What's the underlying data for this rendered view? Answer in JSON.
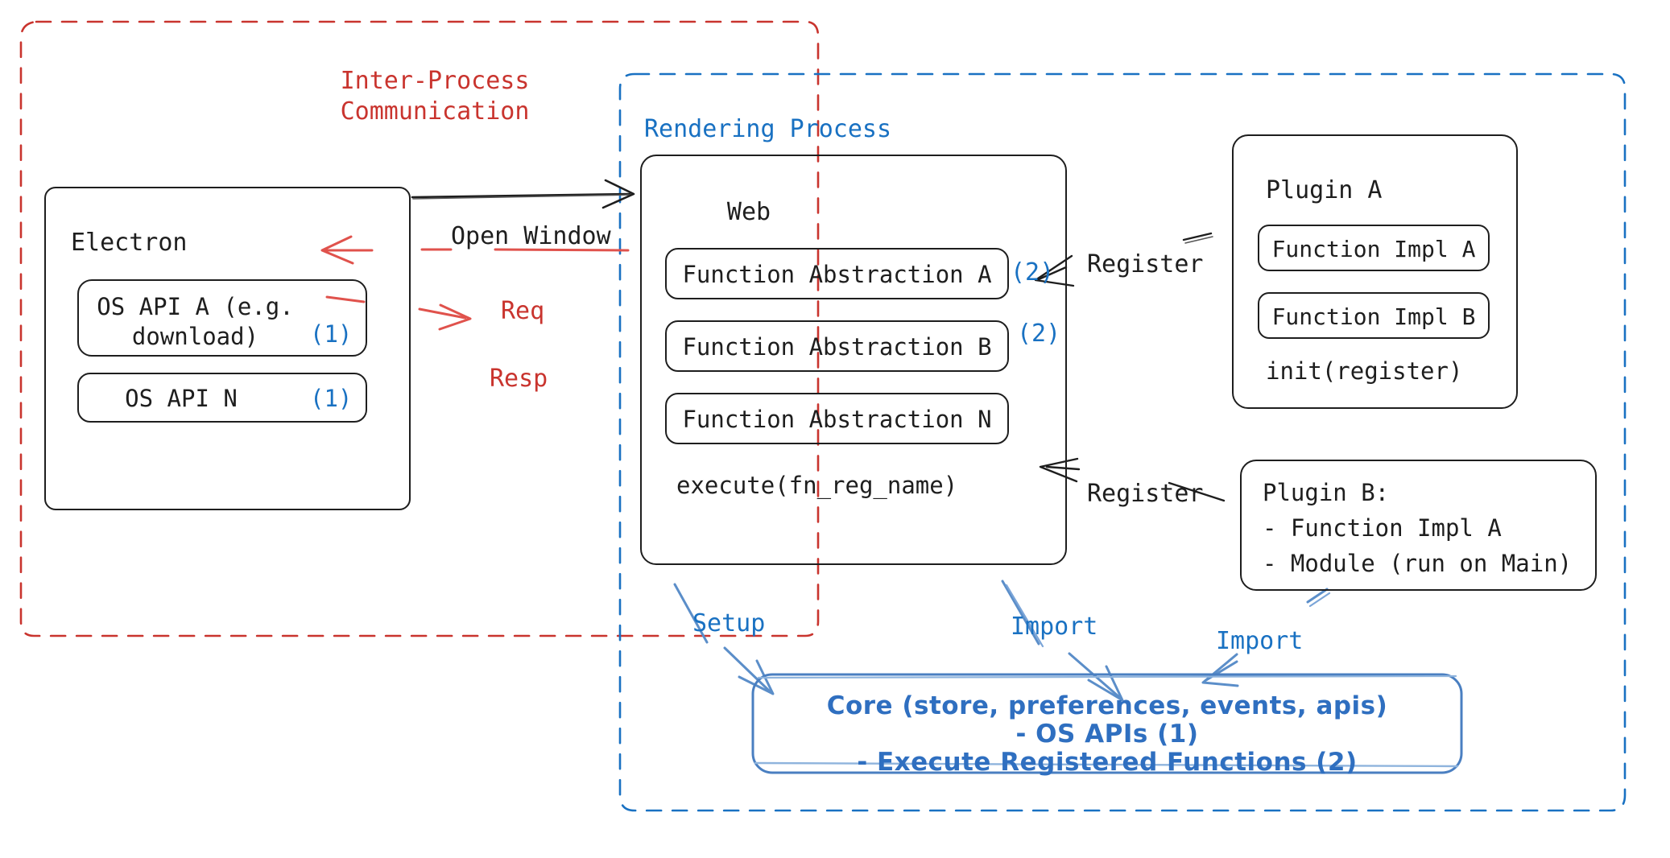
{
  "diagram": {
    "title": "Electron plugin architecture",
    "colors": {
      "ipc_red": "#c9342e",
      "render_blue": "#1971c2",
      "core_blue": "#4a7fc1",
      "ink": "#1e1e1e"
    }
  },
  "regions": {
    "ipc": {
      "label": "Inter-Process\nCommunication",
      "style": "dashed-red"
    },
    "rendering": {
      "label": "Rendering Process",
      "style": "dashed-blue"
    }
  },
  "electron": {
    "title": "Electron",
    "items": [
      {
        "label": "OS API A (e.g.\ndownload)",
        "badge": "(1)"
      },
      {
        "label": "OS API N",
        "badge": "(1)"
      }
    ]
  },
  "web": {
    "title": "Web",
    "items": [
      {
        "label": "Function Abstraction A",
        "badge": "(2)"
      },
      {
        "label": "Function Abstraction B",
        "badge": "(2)"
      },
      {
        "label": "Function Abstraction N",
        "badge": ""
      }
    ],
    "footer": "execute(fn_reg_name)"
  },
  "plugin_a": {
    "title": "Plugin A",
    "items": [
      {
        "label": "Function Impl A"
      },
      {
        "label": "Function Impl B"
      }
    ],
    "footer": "init(register)"
  },
  "plugin_b": {
    "title": "Plugin B:",
    "lines": [
      "- Function Impl A",
      "- Module (run on Main)"
    ]
  },
  "core": {
    "lines": [
      "Core (store, preferences, events, apis)",
      "- OS APIs (1)",
      "- Execute Registered Functions (2)"
    ]
  },
  "arrows": {
    "open_window": "Open Window",
    "req": "Req",
    "resp": "Resp",
    "register_a": "Register",
    "register_b": "Register",
    "setup": "Setup",
    "import_web": "Import",
    "import_plugin_b": "Import"
  }
}
